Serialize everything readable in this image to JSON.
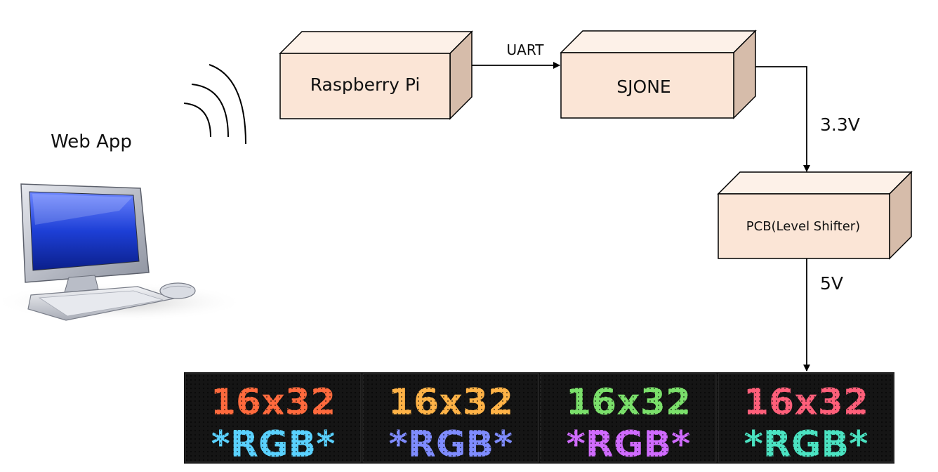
{
  "colors": {
    "box_front": "#fbe5d6",
    "box_top": "#fdf1e8",
    "box_side": "#d6bcaa",
    "box_stroke": "#000000",
    "arrow": "#000000",
    "panel_bg": "#111111",
    "screen_blue": "#1d3fd6"
  },
  "nodes": {
    "web_app": {
      "label": "Web App",
      "icon": "desktop-computer-icon"
    },
    "raspberry_pi": {
      "label": "Raspberry Pi"
    },
    "sjone": {
      "label": "SJONE"
    },
    "pcb": {
      "label": "PCB(Level Shifter)"
    }
  },
  "edges": {
    "uart": {
      "label": "UART"
    },
    "v33": {
      "label": "3.3V"
    },
    "v5": {
      "label": "5V"
    }
  },
  "wireless": {
    "icon": "wireless-signal-icon"
  },
  "led_panels": {
    "icon": "rgb-led-matrix-icon",
    "count": 4,
    "line1": "16x32",
    "line2": "*RGB*"
  }
}
